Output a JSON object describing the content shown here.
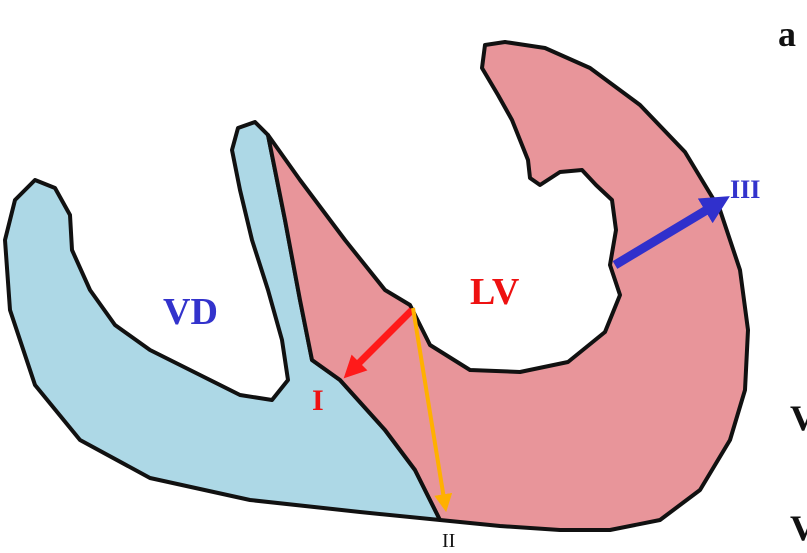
{
  "colors": {
    "right_ventricle_fill": "#add8e6",
    "left_ventricle_fill": "#e8959a",
    "outline": "#111111",
    "label_blue": "#3333cc",
    "label_red": "#ee1111",
    "arrow_red": "#ff1a1a",
    "arrow_orange": "#ffb000",
    "arrow_blue": "#3030cc",
    "label_black": "#111111"
  },
  "labels": {
    "right_ventricle": "VD",
    "left_ventricle": "LV",
    "measure_one": "I",
    "measure_two": "II",
    "measure_three": "III",
    "corner_partial": "a",
    "edge_partial_one": "V",
    "edge_partial_two": "V"
  }
}
